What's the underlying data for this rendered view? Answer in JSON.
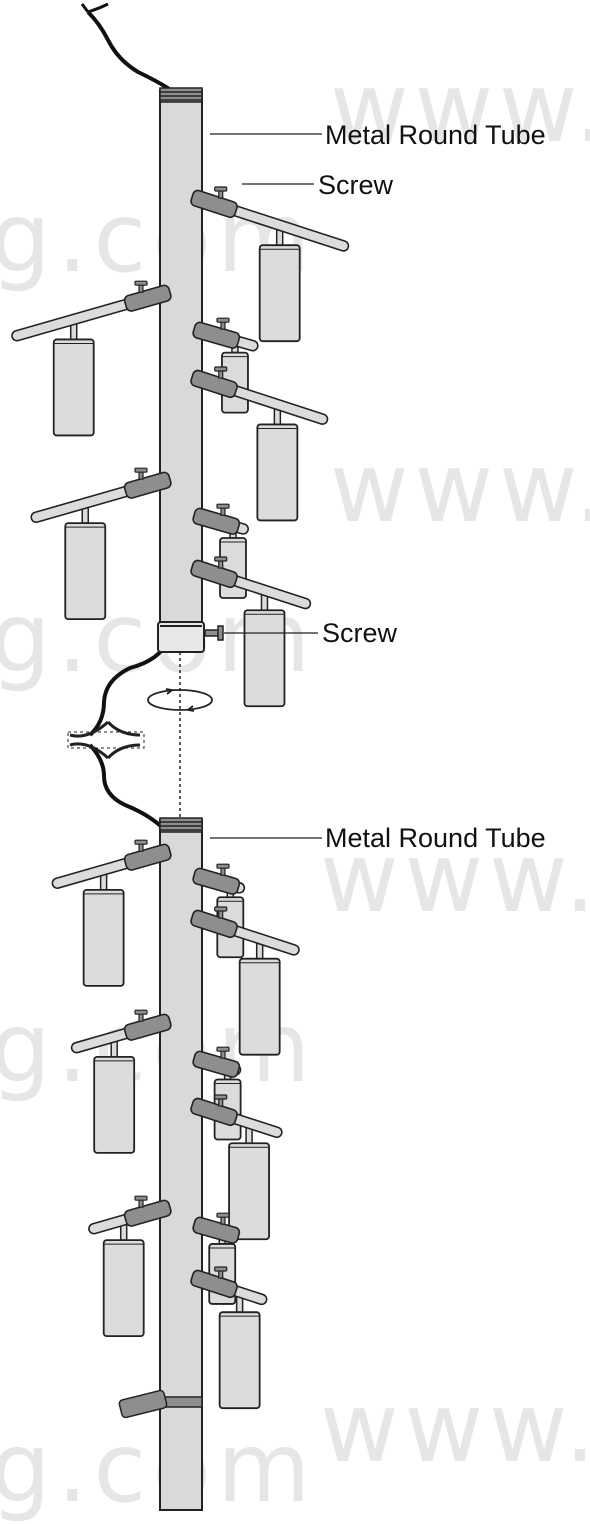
{
  "labels": {
    "metal_tube_top": "Metal Round Tube",
    "screw_top": "Screw",
    "screw_coupler": "Screw",
    "metal_tube_bottom": "Metal Round Tube"
  },
  "watermark": {
    "www": "www.",
    "domain": "g.com"
  },
  "colors": {
    "stroke": "#222222",
    "tube_fill": "#d9d9d9",
    "collar_fill": "#8e8e8e",
    "light_fill": "#dcdcdc",
    "cable": "#111111",
    "watermark": "#e6e6e6"
  }
}
